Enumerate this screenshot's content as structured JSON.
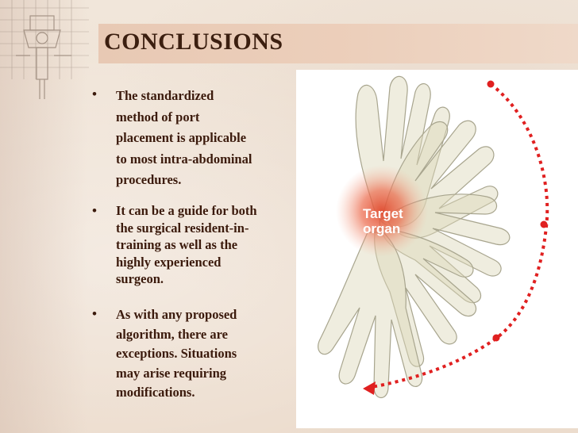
{
  "slide": {
    "title": "CONCLUSIONS",
    "bullets": [
      {
        "lines": [
          "The standardized",
          "method of port",
          "placement is applicable",
          "to most intra-abdominal",
          "procedures."
        ]
      },
      {
        "lines": [
          "It can be a guide for both",
          "the surgical resident-in-",
          "training as well as the",
          "highly experienced",
          "surgeon."
        ]
      },
      {
        "lines": [
          "As with any proposed",
          "algorithm, there are",
          "exceptions. Situations",
          "may arise requiring",
          "modifications."
        ]
      }
    ],
    "bullet_symbol": "•"
  },
  "figure": {
    "target_label": [
      "Target",
      "organ"
    ],
    "arc_color": "#e02020",
    "glow_color": "#e8523a"
  },
  "colors": {
    "title_bar": "#e8c9b4",
    "text": "#3b1a0c",
    "background": "#efe3d6"
  }
}
